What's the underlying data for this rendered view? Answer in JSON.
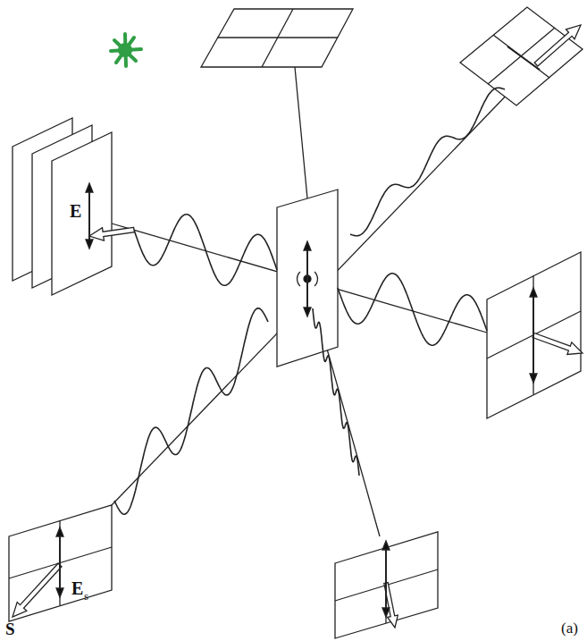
{
  "diagram": {
    "labels": [
      "E",
      "E",
      "s",
      "S",
      "(a)"
    ]
  }
}
